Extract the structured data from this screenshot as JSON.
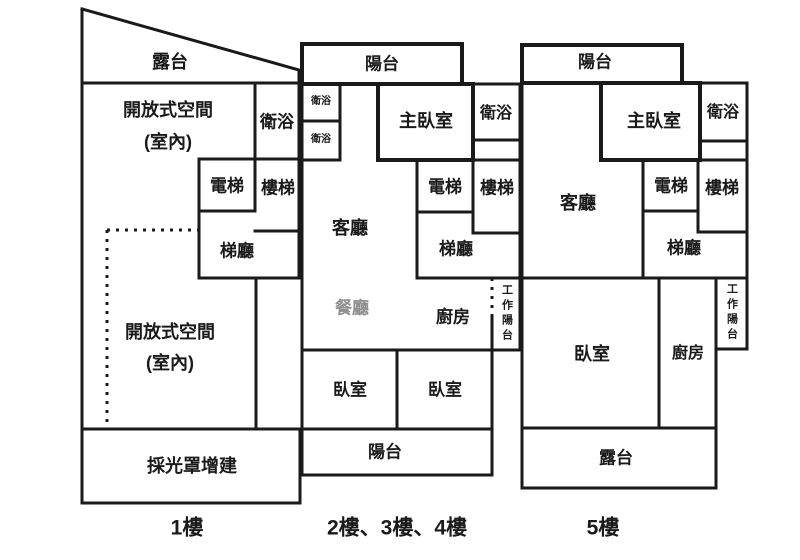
{
  "theme": {
    "background": "#ffffff",
    "wall_color": "#1a1a1a",
    "text_color": "#1a1a1a",
    "dining_text_color": "#8f8f8f"
  },
  "floor1": {
    "label": "1樓",
    "terrace": "露台",
    "open_space_top_l1": "開放式空間",
    "open_space_top_l2": "(室內)",
    "bath": "衛浴",
    "elevator": "電梯",
    "stairs": "樓梯",
    "stair_hall": "梯廳",
    "open_space_bottom_l1": "開放式空間",
    "open_space_bottom_l2": "(室內)",
    "skylight_addition": "採光罩增建"
  },
  "floor234": {
    "label": "2樓、3樓、4樓",
    "balcony_top": "陽台",
    "bath_small_upper": "衛浴",
    "bath_small_lower": "衛浴",
    "master_bedroom": "主臥室",
    "bath": "衛浴",
    "elevator": "電梯",
    "stairs": "樓梯",
    "living_room": "客廳",
    "stair_hall": "梯廳",
    "dining_room": "餐廳",
    "kitchen": "廚房",
    "work_balcony": "工作陽台",
    "bedroom_left": "臥室",
    "bedroom_right": "臥室",
    "balcony_bottom": "陽台"
  },
  "floor5": {
    "label": "5樓",
    "balcony_top": "陽台",
    "master_bedroom": "主臥室",
    "bath": "衛浴",
    "living_room": "客廳",
    "elevator": "電梯",
    "stairs": "樓梯",
    "stair_hall": "梯廳",
    "bedroom": "臥室",
    "kitchen": "廚房",
    "work_balcony": "工作陽台",
    "terrace": "露台"
  }
}
